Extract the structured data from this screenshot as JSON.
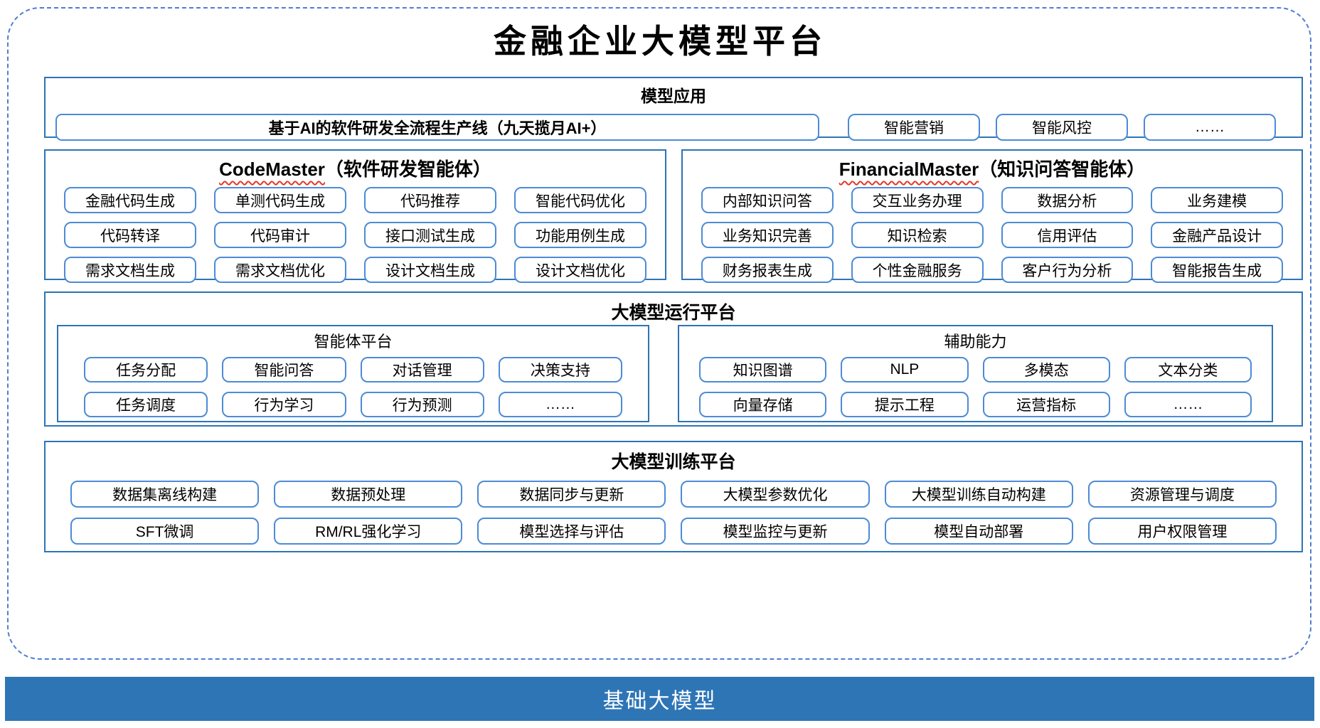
{
  "title": "金融企业大模型平台",
  "colors": {
    "section_border": "#2E74B5",
    "item_border": "#4C8BD5",
    "outer_dashed": "#4E7DD1",
    "foundation_bg": "#2E75B6",
    "spellcheck_red": "#E0392B"
  },
  "model_app": {
    "label": "模型应用",
    "pipeline": "基于AI的软件研发全流程生产线（九天揽月AI+）",
    "items": [
      "智能营销",
      "智能风控",
      "……"
    ]
  },
  "code_master": {
    "name": "CodeMaster",
    "subtitle": "（软件研发智能体）",
    "items": [
      "金融代码生成",
      "单测代码生成",
      "代码推荐",
      "智能代码优化",
      "代码转译",
      "代码审计",
      "接口测试生成",
      "功能用例生成",
      "需求文档生成",
      "需求文档优化",
      "设计文档生成",
      "设计文档优化"
    ]
  },
  "financial_master": {
    "name": "FinancialMaster",
    "subtitle": "（知识问答智能体）",
    "items": [
      "内部知识问答",
      "交互业务办理",
      "数据分析",
      "业务建模",
      "业务知识完善",
      "知识检索",
      "信用评估",
      "金融产品设计",
      "财务报表生成",
      "个性金融服务",
      "客户行为分析",
      "智能报告生成"
    ]
  },
  "runtime": {
    "label": "大模型运行平台",
    "agent_platform": {
      "label": "智能体平台",
      "items": [
        "任务分配",
        "智能问答",
        "对话管理",
        "决策支持",
        "任务调度",
        "行为学习",
        "行为预测",
        "……"
      ]
    },
    "aux_capabilities": {
      "label": "辅助能力",
      "items": [
        "知识图谱",
        "NLP",
        "多模态",
        "文本分类",
        "向量存储",
        "提示工程",
        "运营指标",
        "……"
      ]
    }
  },
  "training": {
    "label": "大模型训练平台",
    "items": [
      "数据集离线构建",
      "数据预处理",
      "数据同步与更新",
      "大模型参数优化",
      "大模型训练自动构建",
      "资源管理与调度",
      "SFT微调",
      "RM/RL强化学习",
      "模型选择与评估",
      "模型监控与更新",
      "模型自动部署",
      "用户权限管理"
    ]
  },
  "foundation": {
    "label": "基础大模型"
  }
}
